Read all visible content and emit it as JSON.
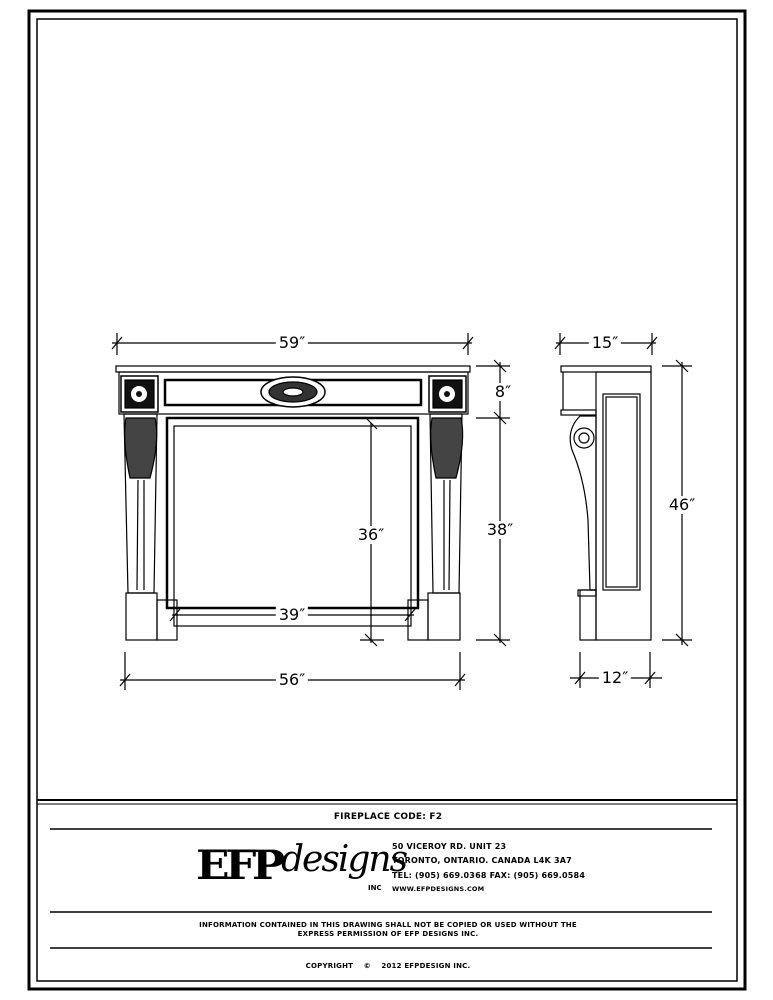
{
  "drawing": {
    "front_view": {
      "overall_width": "59″",
      "mantel_height": "8″",
      "opening_height": "36″",
      "leg_height": "38″",
      "opening_width": "39″",
      "base_width": "56″"
    },
    "side_view": {
      "top_depth": "15″",
      "overall_height": "46″",
      "base_depth": "12″"
    }
  },
  "title_block": {
    "fireplace_code": "FIREPLACE CODE: F2",
    "logo_text": "EFP designs INC",
    "address_line1": "50 VICEROY RD. UNIT 23",
    "address_line2": "TORONTO, ONTARIO. CANADA  L4K 3A7",
    "phone_fax": "TEL: (905) 669.0368  FAX: (905) 669.0584",
    "website": "WWW.EFPDESIGNS.COM",
    "notice_line1": "INFORMATION CONTAINED IN THIS DRAWING SHALL NOT BE COPIED OR USED WITHOUT THE",
    "notice_line2": "EXPRESS PERMISSION OF EFP DESIGNS INC.",
    "copyright": "COPYRIGHT    ©    2012 EFPDESIGN INC."
  }
}
